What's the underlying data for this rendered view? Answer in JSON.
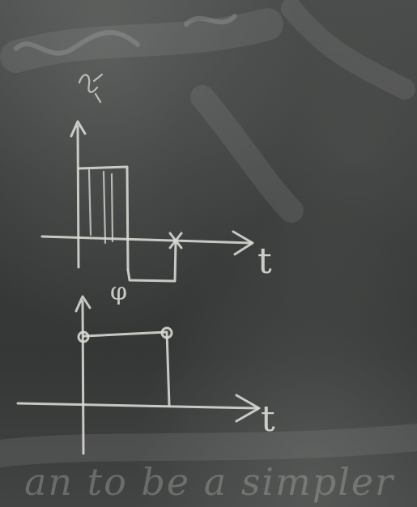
{
  "board": {
    "background_color": "#3b3d3c",
    "chalk_color": "#dcdcd6"
  },
  "top_plot": {
    "axis_label": "t",
    "marker_label": "φ"
  },
  "bottom_plot": {
    "axis_label": "t"
  },
  "bottom_text": "an to be a simpler"
}
